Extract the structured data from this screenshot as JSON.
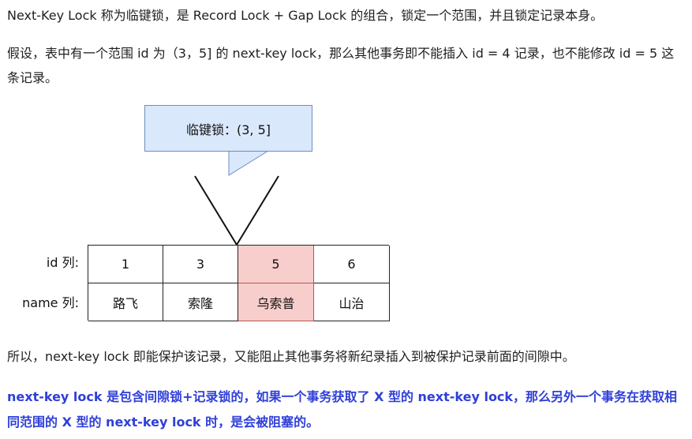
{
  "paragraphs": {
    "p1": "Next-Key Lock 称为临键锁，是 Record Lock + Gap Lock 的组合，锁定一个范围，并且锁定记录本身。",
    "p2": "假设，表中有一个范围 id 为（3，5] 的 next-key lock，那么其他事务即不能插入 id = 4 记录，也不能修改 id = 5 这条记录。",
    "p3": "所以，next-key lock 即能保护该记录，又能阻止其他事务将新纪录插入到被保护记录前面的间隙中。",
    "p4": "next-key lock 是包含间隙锁+记录锁的，如果一个事务获取了 X 型的 next-key lock，那么另外一个事务在获取相同范围的 X 型的 next-key lock 时，是会被阻塞的。"
  },
  "diagram": {
    "callout_text": "临键锁：(3, 5]",
    "id_label": "id 列:",
    "name_label": "name 列:",
    "ids": [
      "1",
      "3",
      "5",
      "6"
    ],
    "names": [
      "路飞",
      "索隆",
      "乌索普",
      "山治"
    ],
    "highlighted_index": 2,
    "colors": {
      "callout_fill": "#dae8fc",
      "callout_stroke": "#6c8ebf",
      "highlight_fill": "#f8cecc",
      "highlight_stroke": "#b85450",
      "emphasis_text": "#2f3fd8"
    }
  }
}
